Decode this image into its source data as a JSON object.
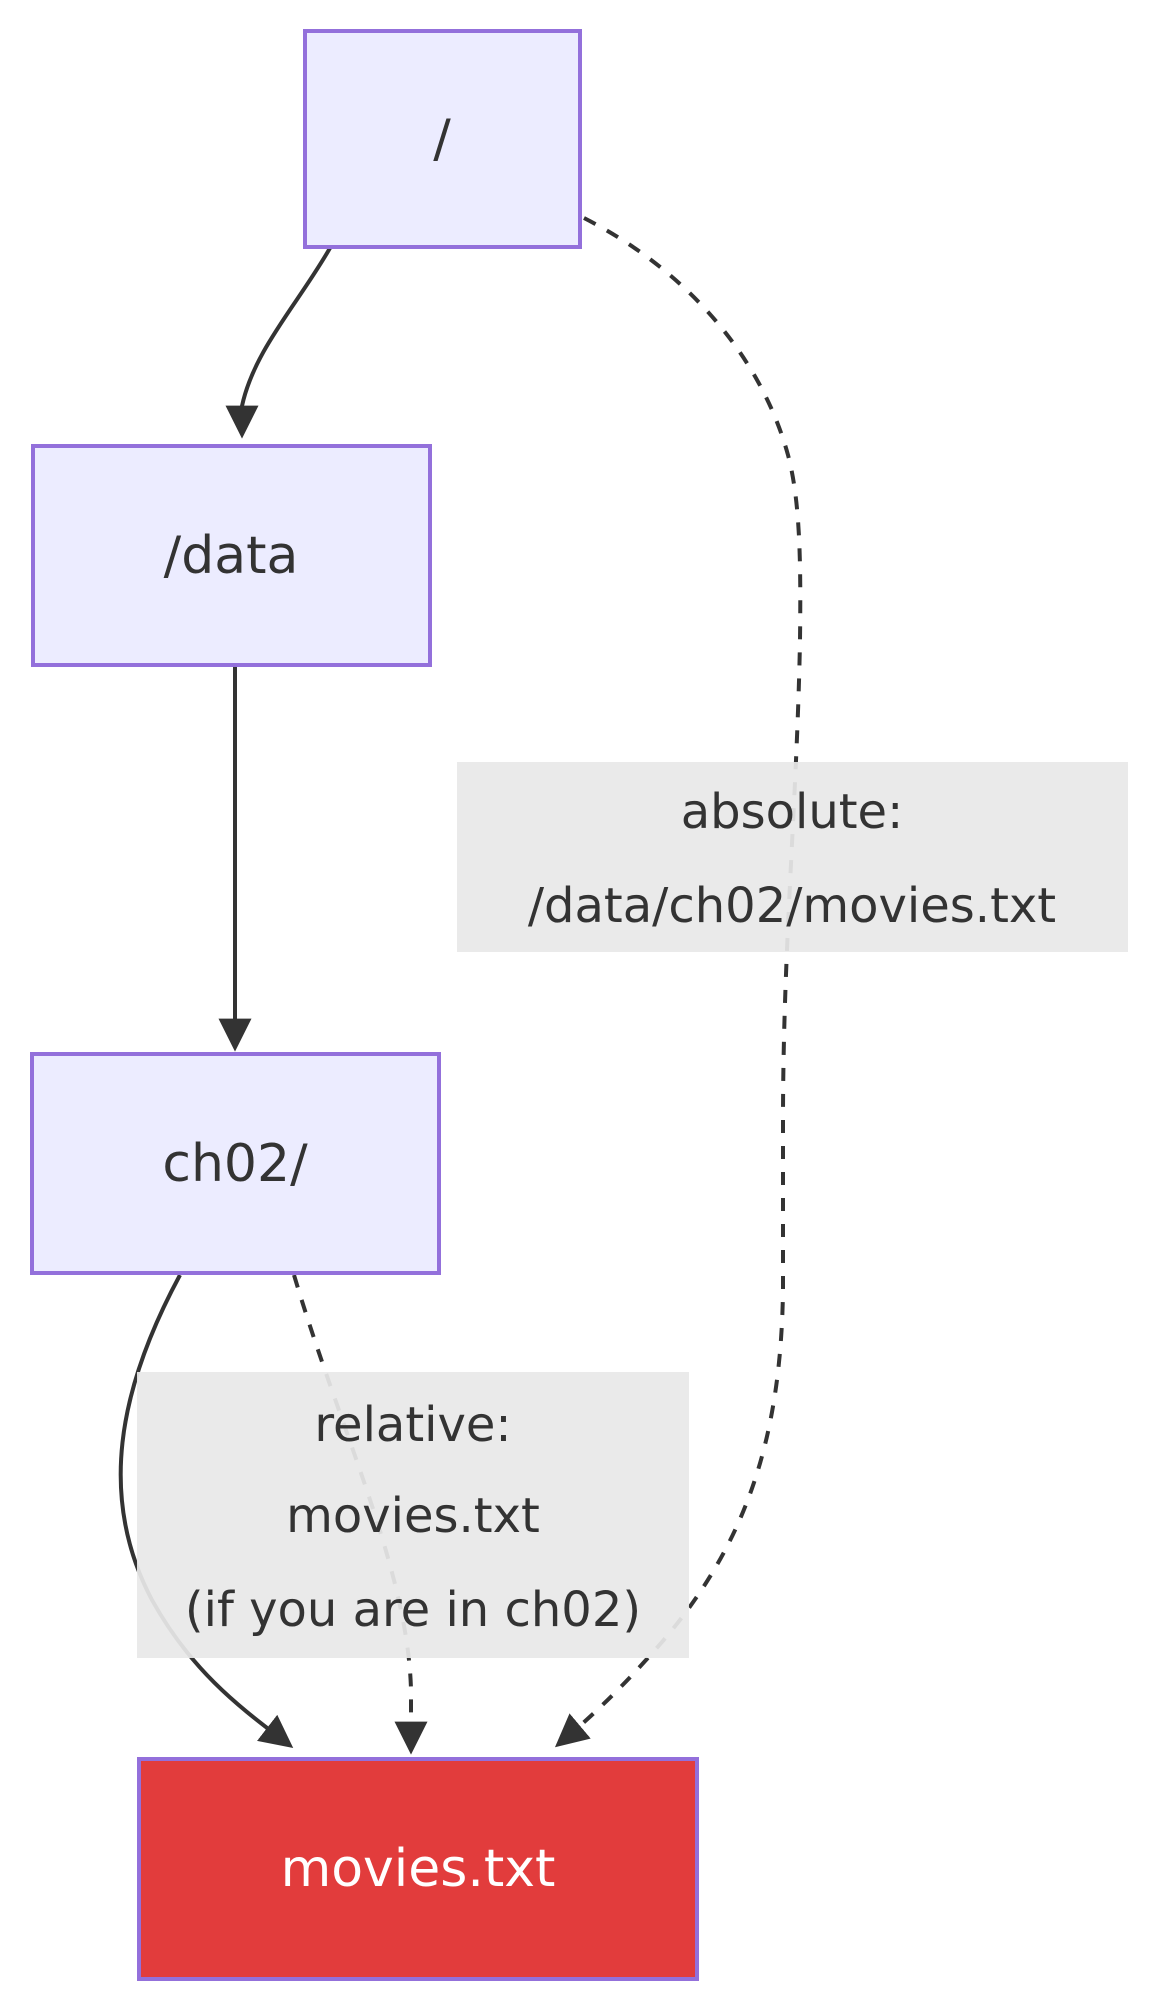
{
  "diagram": {
    "type": "flowchart-top-down",
    "description": "File system path diagram showing absolute vs relative paths to movies.txt",
    "nodes": [
      {
        "id": "root",
        "label": "/",
        "kind": "directory"
      },
      {
        "id": "data",
        "label": "/data",
        "kind": "directory"
      },
      {
        "id": "ch02",
        "label": "ch02/",
        "kind": "directory"
      },
      {
        "id": "movies",
        "label": "movies.txt",
        "kind": "file"
      }
    ],
    "edges": [
      {
        "from": "/",
        "to": "/data",
        "style": "solid",
        "label_lines": []
      },
      {
        "from": "/data",
        "to": "ch02/",
        "style": "solid",
        "label_lines": []
      },
      {
        "from": "ch02/",
        "to": "movies.txt",
        "style": "solid",
        "label_lines": []
      },
      {
        "from": "ch02/",
        "to": "movies.txt",
        "style": "dashed",
        "label_lines": [
          "relative:",
          "movies.txt",
          "(if you are in ch02)"
        ]
      },
      {
        "from": "/",
        "to": "movies.txt",
        "style": "dashed",
        "label_lines": [
          "absolute:",
          "/data/ch02/movies.txt"
        ]
      }
    ],
    "colors": {
      "background": "#ffffff",
      "node_fill": "#ececff",
      "node_stroke": "#9370db",
      "file_fill": "#e23c3c",
      "file_text": "#ffffff",
      "edge_color": "#333333",
      "label_bg": "#e8e8e8",
      "label_text": "#333333"
    }
  }
}
